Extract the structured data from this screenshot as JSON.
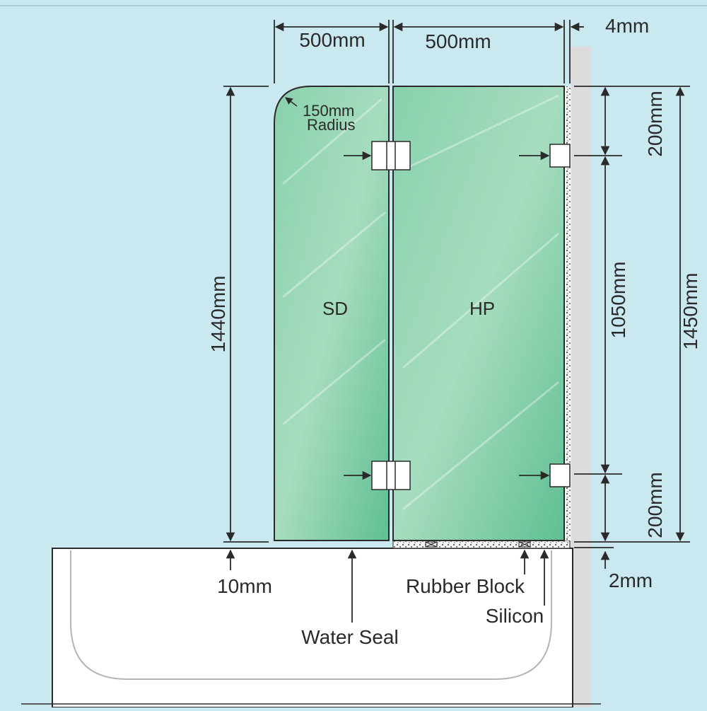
{
  "colors": {
    "background": "#c9e8f0",
    "glass": "#8ed3ae",
    "wall": "#dcdcdc",
    "bath": "#ffffff",
    "line": "#2a2a2a"
  },
  "panels": {
    "left": "SD",
    "right": "HP"
  },
  "dimensions": {
    "top_left_width": "500mm",
    "top_right_width": "500mm",
    "gap": "4mm",
    "left_height": "1440mm",
    "right_top_offset": "200mm",
    "right_mid_span": "1050mm",
    "right_bottom_offset": "200mm",
    "overall_height": "1450mm",
    "corner_radius_value": "150mm",
    "corner_radius_word": "Radius"
  },
  "labels": {
    "bottom_gap": "10mm",
    "water_seal": "Water Seal",
    "rubber_block": "Rubber Block",
    "silicon": "Silicon",
    "bottom_clearance": "2mm"
  }
}
